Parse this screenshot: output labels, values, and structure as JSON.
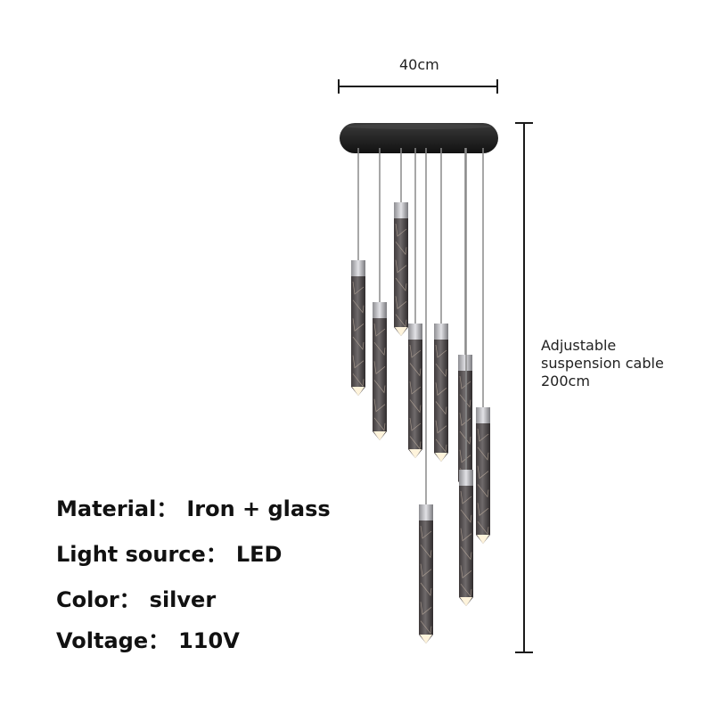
{
  "dimensions": {
    "width_label": "40cm",
    "cable_label_lines": [
      "Adjustable",
      "suspension cable",
      "200cm"
    ]
  },
  "specs": [
    {
      "label": "Material",
      "value": "Iron + glass"
    },
    {
      "label": "Light source",
      "value": "LED"
    },
    {
      "label": "Color",
      "value": "silver"
    },
    {
      "label": "Voltage",
      "value": "110V"
    }
  ],
  "separator": "：",
  "colors": {
    "canopy": "#1c1c1c",
    "pendant_glass": "#5e5a5b",
    "pendant_cap": "#b9b9bd",
    "cable": "#8a8a8a",
    "dimension_line": "#1a1a1a",
    "led_glow": "#fff4dc"
  }
}
